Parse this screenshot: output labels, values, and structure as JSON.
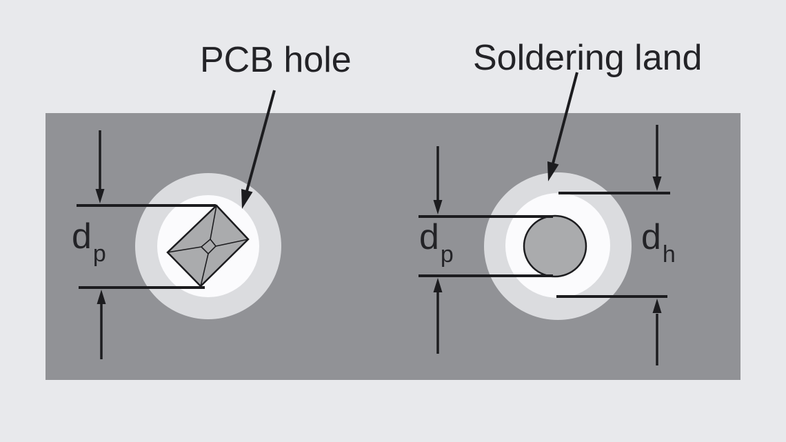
{
  "figure": {
    "pcb_hole_label": "PCB hole",
    "soldering_land_label": "Soldering land",
    "dim_left_pin": {
      "base": "d",
      "sub": "p"
    },
    "dim_right_pin": {
      "base": "d",
      "sub": "p"
    },
    "dim_right_hole": {
      "base": "d",
      "sub": "h"
    }
  },
  "colors": {
    "background": "#e8e9ec",
    "board": "#919296",
    "land_ring": "#dbdcdf",
    "hole_fill": "#fbfbfd",
    "pin_fill": "#aaabad",
    "line": "#1c1c1f",
    "text": "#232327"
  }
}
